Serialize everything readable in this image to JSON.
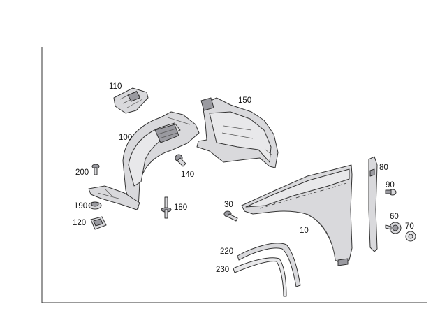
{
  "labels": {
    "p10": "10",
    "p30": "30",
    "p60": "60",
    "p70": "70",
    "p80": "80",
    "p90": "90",
    "p100": "100",
    "p110": "110",
    "p120": "120",
    "p140": "140",
    "p150": "150",
    "p180": "180",
    "p190": "190",
    "p200": "200",
    "p220": "220",
    "p230": "230"
  },
  "colors": {
    "part_fill": "#d9d9dc",
    "part_outline": "#333333",
    "background": "#ffffff"
  }
}
